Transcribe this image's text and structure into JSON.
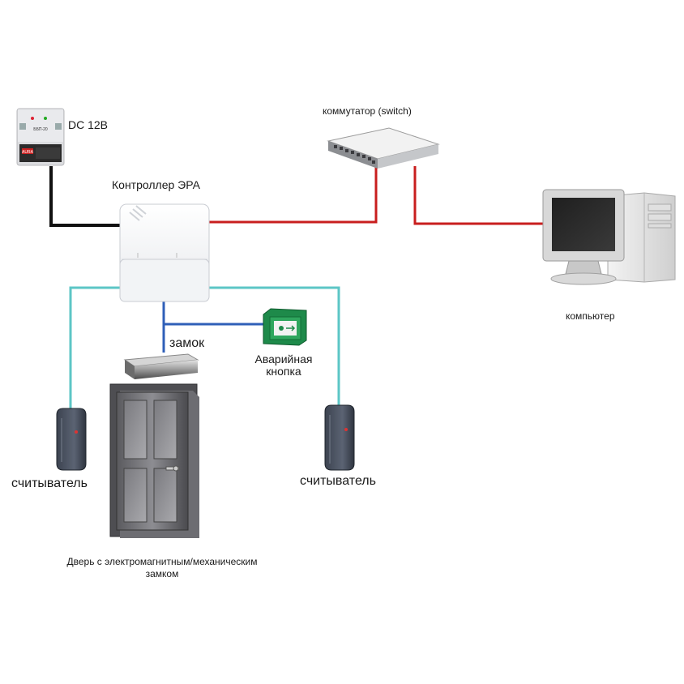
{
  "labels": {
    "psu": "DC 12В",
    "switch": "коммутатор (switch)",
    "controller": "Контроллер ЭРА",
    "computer": "компьютер",
    "lock": "замок",
    "emergency_line1": "Аварийная",
    "emergency_line2": "кнопка",
    "reader_left": "считыватель",
    "reader_right": "считыватель",
    "door_line1": "Дверь с электромагнитным/механическим",
    "door_line2": "замком"
  },
  "device_texts": {
    "psu_label": "ББП-20",
    "psu_brand": "AURA"
  },
  "colors": {
    "ethernet": "#c81e1e",
    "reader_wire": "#5cc6c6",
    "lock_wire": "#2f5fb8",
    "power_wire": "#111111"
  }
}
